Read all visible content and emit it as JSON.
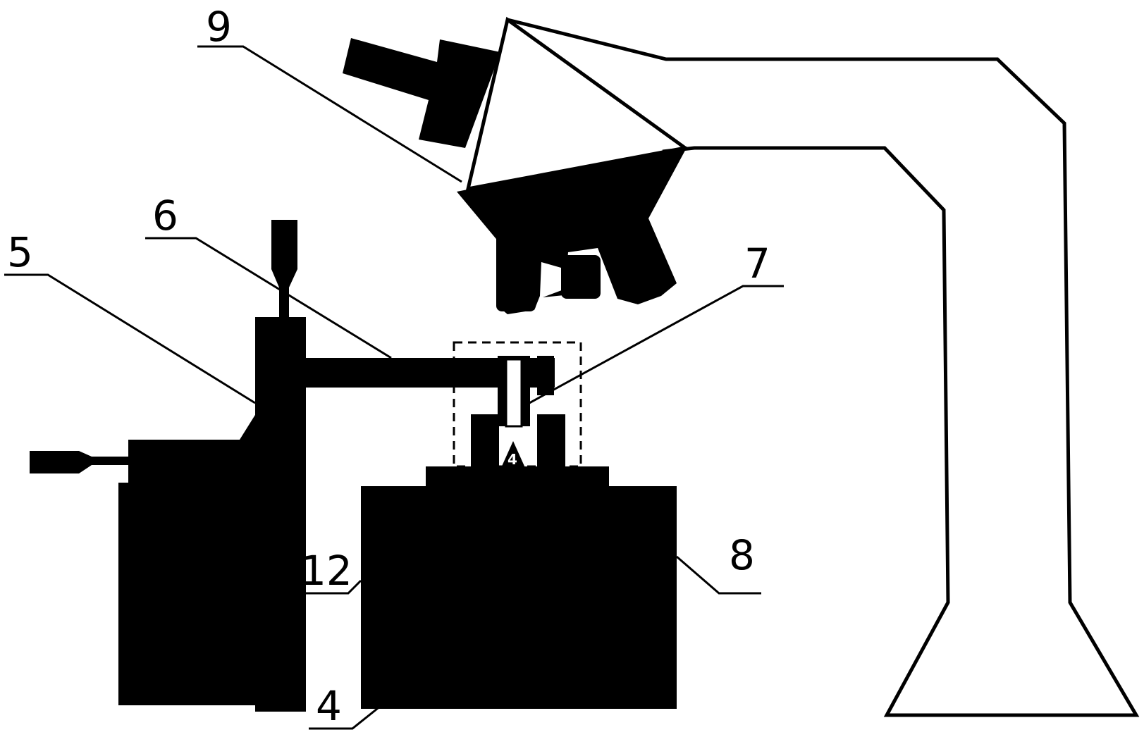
{
  "labels": {
    "l9": "9",
    "l6": "6",
    "l5": "5",
    "l7": "7",
    "l8": "8",
    "l12": "12",
    "l4": "4",
    "l4_inner": "4"
  },
  "colors": {
    "ink": "#000000",
    "background": "#ffffff"
  }
}
